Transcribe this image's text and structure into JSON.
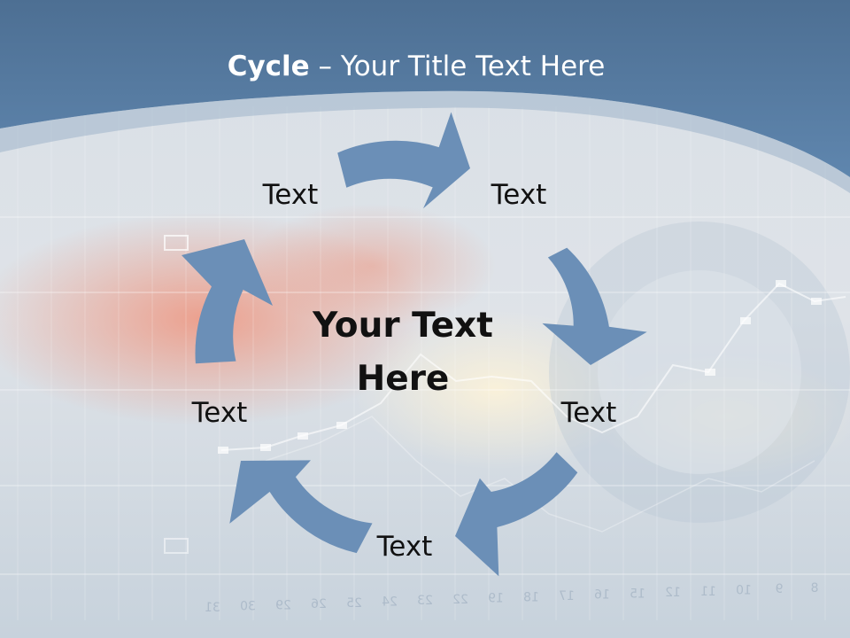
{
  "slide": {
    "title_bold": "Cycle",
    "title_rest": " – Your Title Text Here",
    "center_text_line1": "Your Text",
    "center_text_line2": "Here",
    "nodes": [
      {
        "label": "Text"
      },
      {
        "label": "Text"
      },
      {
        "label": "Text"
      },
      {
        "label": "Text"
      },
      {
        "label": "Text"
      }
    ],
    "background_numbers": [
      "31",
      "30",
      "29",
      "26",
      "25",
      "24",
      "23",
      "22",
      "19",
      "18",
      "17",
      "16",
      "15",
      "12",
      "11",
      "10",
      "9",
      "8"
    ]
  },
  "colors": {
    "header_blue": "#577da4",
    "arrow_blue": "#6b8fb7",
    "text_dark": "#111111"
  }
}
